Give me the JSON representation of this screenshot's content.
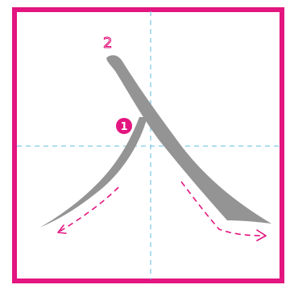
{
  "character": "入",
  "stroke_order": {
    "outlined_label": "2",
    "filled_badge_label": "1"
  },
  "colors": {
    "frame": "#e3157f",
    "guide": "#7fcbe8",
    "stroke": "#949494",
    "arrow": "#e3157f",
    "badge_fill": "#e3157f",
    "badge_text": "#ffffff"
  },
  "icons": {
    "badge": "circled-number",
    "direction": "dashed-arrow"
  }
}
